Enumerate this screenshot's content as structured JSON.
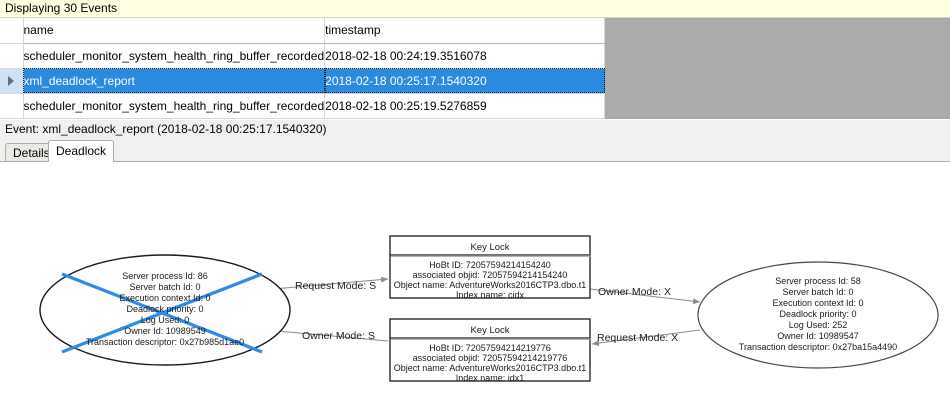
{
  "banner": {
    "text": "Displaying 30 Events"
  },
  "grid": {
    "columns": [
      "name",
      "timestamp"
    ],
    "rows": [
      {
        "name": "scheduler_monitor_system_health_ring_buffer_recorded",
        "timestamp": "2018-02-18 00:24:19.3516078",
        "selected": false
      },
      {
        "name": "xml_deadlock_report",
        "timestamp": "2018-02-18 00:25:17.1540320",
        "selected": true
      },
      {
        "name": "scheduler_monitor_system_health_ring_buffer_recorded",
        "timestamp": "2018-02-18 00:25:19.5276859",
        "selected": false
      }
    ],
    "row_indicator_icon": "play-triangle-icon"
  },
  "event_header": {
    "text": "Event: xml_deadlock_report (2018-02-18 00:25:17.1540320)"
  },
  "tabs": [
    {
      "label": "Details",
      "active": false
    },
    {
      "label": "Deadlock",
      "active": true
    }
  ],
  "deadlock": {
    "processes": [
      {
        "id": "victim",
        "is_victim": true,
        "lines": [
          "Server process Id: 86",
          "Server batch Id: 0",
          "Execution context Id: 0",
          "Deadlock priority: 0",
          "Log Used: 0",
          "Owner Id: 10989549",
          "Transaction descriptor: 0x27b985d1ae0"
        ]
      },
      {
        "id": "survivor",
        "is_victim": false,
        "lines": [
          "Server process Id: 58",
          "Server batch Id: 0",
          "Execution context Id: 0",
          "Deadlock priority: 0",
          "Log Used: 252",
          "Owner Id: 10989547",
          "Transaction descriptor: 0x27ba15a4490"
        ]
      }
    ],
    "resources": [
      {
        "id": "keylock-top",
        "title": "Key Lock",
        "lines": [
          "HoBt ID: 72057594214154240",
          "associated objid: 72057594214154240",
          "Object name: AdventureWorks2016CTP3.dbo.t1",
          "Index name: cidx"
        ]
      },
      {
        "id": "keylock-bottom",
        "title": "Key Lock",
        "lines": [
          "HoBt ID: 72057594214219776",
          "associated objid: 72057594214219776",
          "Object name: AdventureWorks2016CTP3.dbo.t1",
          "Index name: idx1"
        ]
      }
    ],
    "edges": [
      {
        "id": "edge-request-s",
        "label": "Request Mode: S"
      },
      {
        "id": "edge-owner-s",
        "label": "Owner Mode: S"
      },
      {
        "id": "edge-owner-x",
        "label": "Owner Mode: X"
      },
      {
        "id": "edge-request-x",
        "label": "Request Mode: X"
      }
    ],
    "colors": {
      "victim_cross": "#2e8be8",
      "node_stroke": "#1a1a1a",
      "edge_stroke": "#808080",
      "selection_blue": "#2a8ae0",
      "banner_yellow": "#ffffe1",
      "grid_filler_gray": "#ababab"
    }
  }
}
